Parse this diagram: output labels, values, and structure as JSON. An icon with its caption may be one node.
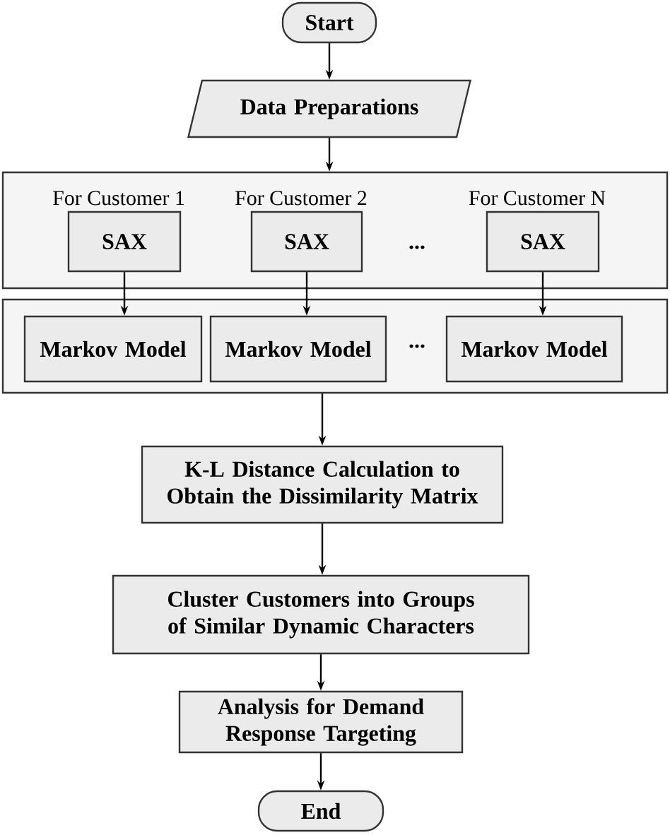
{
  "diagram": {
    "nodes": [
      {
        "text": [
          "Start"
        ]
      },
      {
        "text": [
          "Data Preparations"
        ]
      },
      {
        "text": [],
        "shape": "box"
      },
      {
        "text": [
          "SAX"
        ],
        "in": 2,
        "beside": [
          "For Customer 1"
        ]
      },
      {
        "text": [
          "SAX"
        ],
        "in": 2,
        "beside": [
          "For Customer 2"
        ]
      },
      {
        "text": [
          "SAX"
        ],
        "in": 2,
        "beside": [
          "For Customer N"
        ]
      },
      {
        "text": [],
        "shape": "box"
      },
      {
        "text": [
          "Markov Model"
        ],
        "in": 6
      },
      {
        "text": [
          "Markov Model"
        ],
        "in": 6
      },
      {
        "text": [
          "Markov Model"
        ],
        "in": 6
      },
      {
        "text": [
          "K-L Distance Calculation to Obtain the Dissimilarity Matrix"
        ]
      },
      {
        "text": [
          "Cluster Customers into Groups of Similar Dynamic Characters"
        ]
      },
      {
        "text": [
          "Analysis for Demand Response Targeting"
        ]
      },
      {
        "text": [
          "End"
        ]
      }
    ],
    "edges": [
      {
        "from": 0,
        "to": 1,
        "arrow": "to"
      },
      {
        "from": 1,
        "to": 2,
        "arrow": "to"
      },
      {
        "from": 3,
        "to": 7,
        "arrow": "to"
      },
      {
        "from": 4,
        "to": 8,
        "arrow": "to"
      },
      {
        "from": 5,
        "to": 9,
        "arrow": "to"
      },
      {
        "from": 6,
        "to": 10,
        "arrow": "to"
      },
      {
        "from": 10,
        "to": 11,
        "arrow": "to"
      },
      {
        "from": 11,
        "to": 12,
        "arrow": "to"
      },
      {
        "from": 12,
        "to": 13,
        "arrow": "to"
      }
    ],
    "labels": [
      "...",
      "..."
    ]
  }
}
